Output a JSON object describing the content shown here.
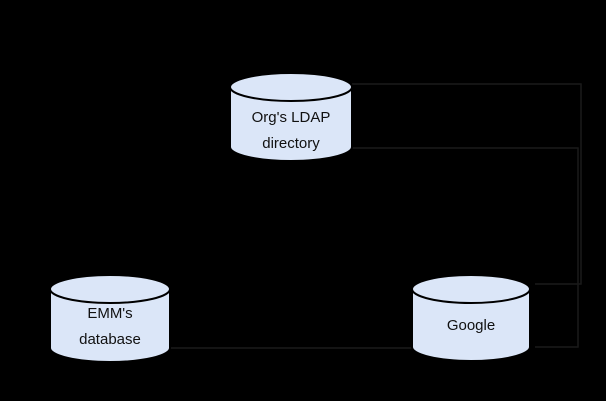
{
  "colors": {
    "background": "#000000",
    "node_fill": "#dbe6f8",
    "outline": "#000000",
    "connector": "#1a1a1a",
    "text": "#111111"
  },
  "nodes": {
    "ldap": {
      "line1": "Org's LDAP",
      "line2": "directory"
    },
    "emm": {
      "line1": "EMM's",
      "line2": "database"
    },
    "google": {
      "line1": "Google"
    }
  },
  "connections": [
    {
      "from": "ldap",
      "to": "google",
      "route": "right-elbow-upper"
    },
    {
      "from": "ldap",
      "to": "google",
      "route": "right-elbow-lower"
    },
    {
      "from": "emm",
      "to": "google",
      "route": "horizontal"
    }
  ]
}
